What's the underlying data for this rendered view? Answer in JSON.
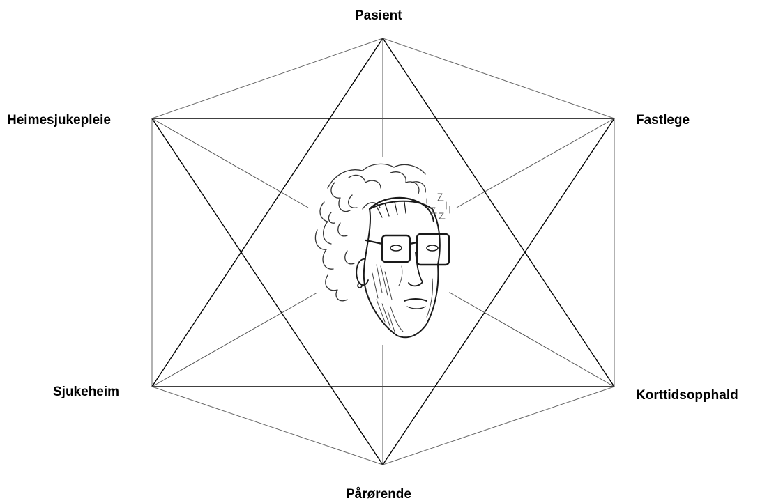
{
  "nodes": {
    "top": "Pasient",
    "upper_right": "Fastlege",
    "upper_left": "Heimesjukepleie",
    "lower_left": "Sjukeheim",
    "lower_right": "Korttidsopphald",
    "bottom": "Pårørende"
  },
  "center_image": {
    "subject": "pencil sketch portrait of an elderly person with glasses"
  },
  "colors": {
    "line": "#000000",
    "outer_line": "#555555",
    "text": "#000000"
  }
}
